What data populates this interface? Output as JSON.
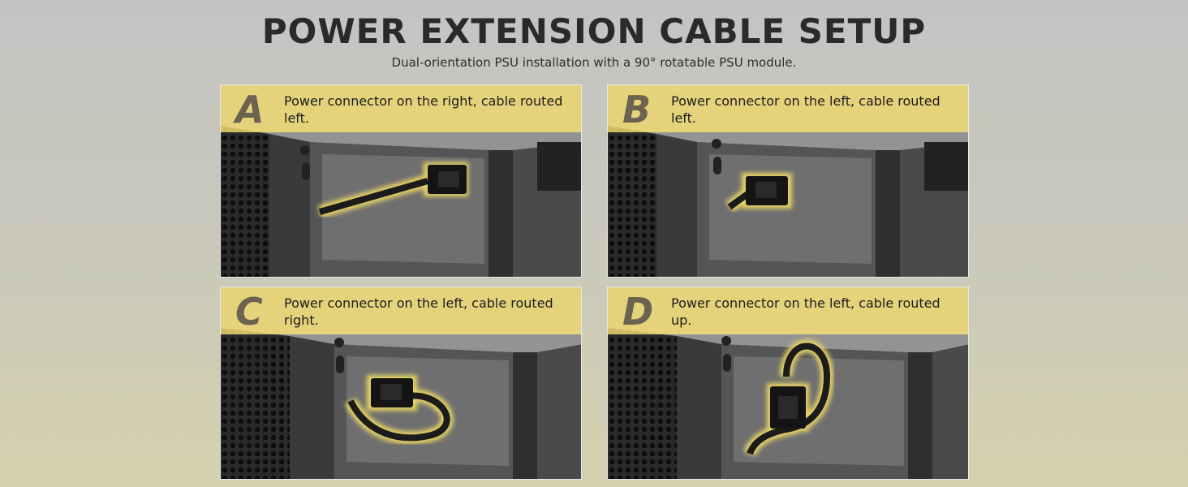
{
  "header": {
    "title": "POWER EXTENSION CABLE SETUP",
    "subtitle": "Dual-orientation PSU installation with a 90° rotatable PSU module."
  },
  "panels": [
    {
      "letter": "A",
      "caption": "Power connector on the right, cable routed left."
    },
    {
      "letter": "B",
      "caption": "Power connector on the left, cable routed left."
    },
    {
      "letter": "C",
      "caption": "Power connector on the left, cable routed right."
    },
    {
      "letter": "D",
      "caption": "Power connector on the left, cable routed up."
    }
  ],
  "colors": {
    "banner": "#f8e278",
    "letter": "#6b6350",
    "glow": "#f3dd63"
  }
}
